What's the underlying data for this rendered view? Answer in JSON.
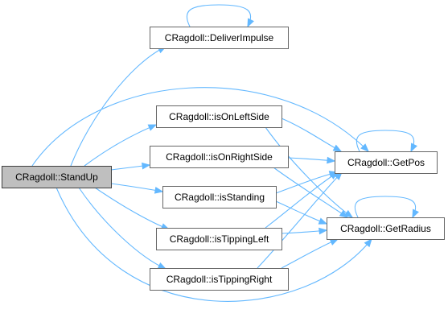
{
  "diagram": {
    "nodes": [
      {
        "id": "standup",
        "label": "CRagdoll::StandUp",
        "root": true
      },
      {
        "id": "deliverimpulse",
        "label": "CRagdoll::DeliverImpulse"
      },
      {
        "id": "isonleftside",
        "label": "CRagdoll::isOnLeftSide"
      },
      {
        "id": "isonrightside",
        "label": "CRagdoll::isOnRightSide"
      },
      {
        "id": "isstanding",
        "label": "CRagdoll::isStanding"
      },
      {
        "id": "istippingleft",
        "label": "CRagdoll::isTippingLeft"
      },
      {
        "id": "istippingright",
        "label": "CRagdoll::isTippingRight"
      },
      {
        "id": "getpos",
        "label": "CRagdoll::GetPos"
      },
      {
        "id": "getradius",
        "label": "CRagdoll::GetRadius"
      }
    ],
    "edges": [
      {
        "from": "standup",
        "to": "deliverimpulse"
      },
      {
        "from": "standup",
        "to": "getpos"
      },
      {
        "from": "standup",
        "to": "isonleftside"
      },
      {
        "from": "standup",
        "to": "isonrightside"
      },
      {
        "from": "standup",
        "to": "isstanding"
      },
      {
        "from": "standup",
        "to": "istippingleft"
      },
      {
        "from": "standup",
        "to": "istippingright"
      },
      {
        "from": "standup",
        "to": "getradius"
      },
      {
        "from": "deliverimpulse",
        "to": "deliverimpulse"
      },
      {
        "from": "isonleftside",
        "to": "getpos"
      },
      {
        "from": "isonleftside",
        "to": "getradius"
      },
      {
        "from": "isonrightside",
        "to": "getpos"
      },
      {
        "from": "isonrightside",
        "to": "getradius"
      },
      {
        "from": "isstanding",
        "to": "getpos"
      },
      {
        "from": "isstanding",
        "to": "getradius"
      },
      {
        "from": "istippingleft",
        "to": "getpos"
      },
      {
        "from": "istippingleft",
        "to": "getradius"
      },
      {
        "from": "istippingright",
        "to": "getpos"
      },
      {
        "from": "istippingright",
        "to": "getradius"
      },
      {
        "from": "getpos",
        "to": "getpos"
      },
      {
        "from": "getradius",
        "to": "getradius"
      }
    ]
  }
}
